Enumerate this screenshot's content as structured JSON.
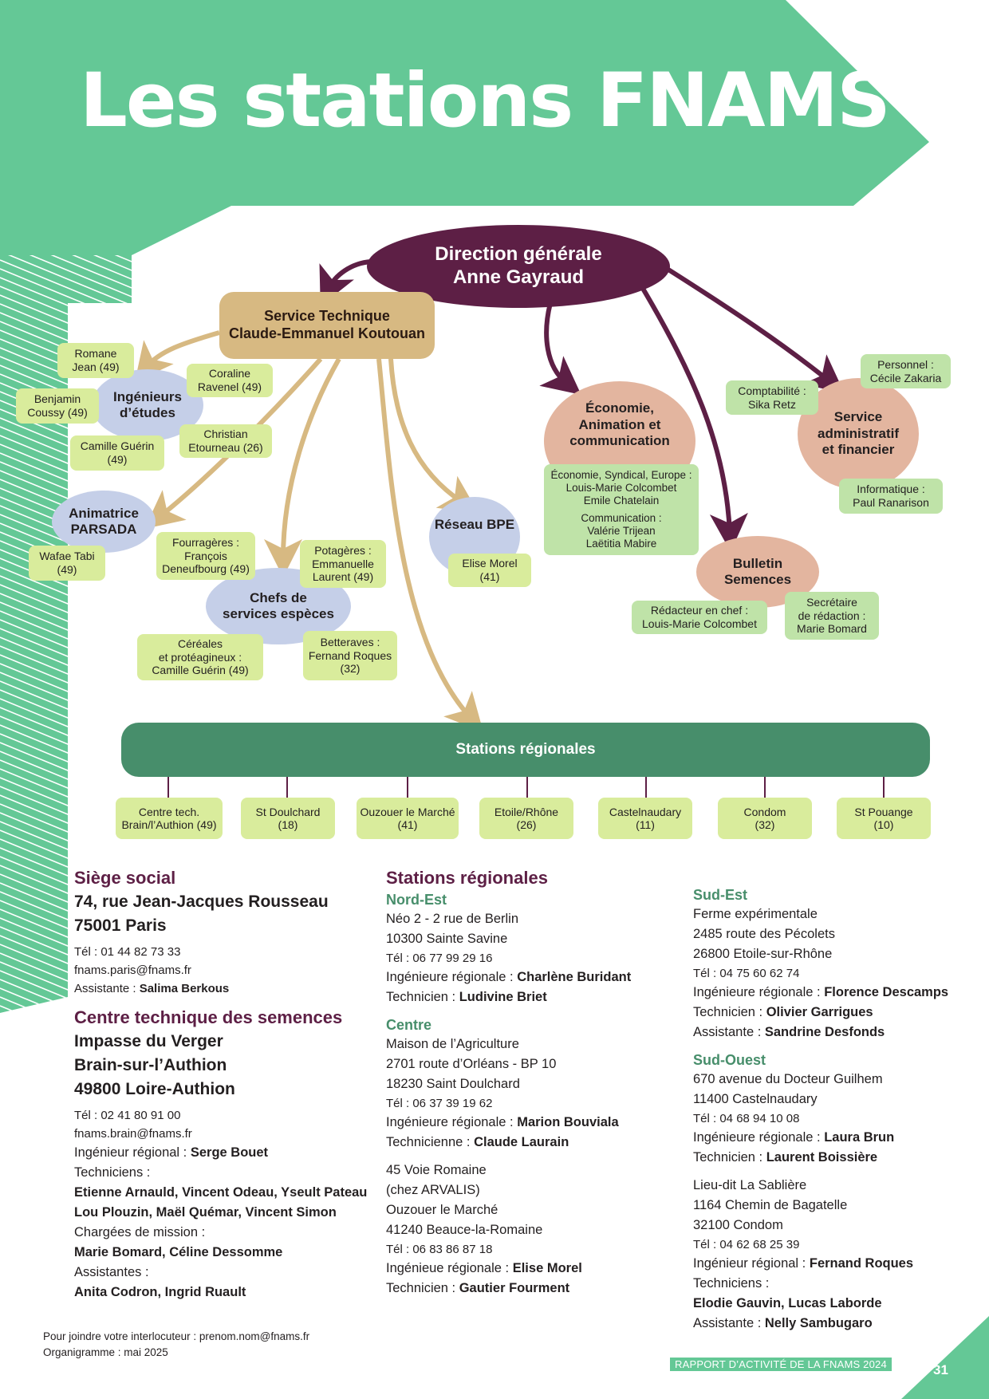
{
  "page": {
    "title": "Les stations FNAMS",
    "colors": {
      "accent_green": "#64c896",
      "dark_green": "#478e6b",
      "maroon": "#5d1f45",
      "tan": "#d7b982",
      "lime": "#d9ec9c",
      "mint": "#bfe3a8",
      "blue": "#c5cfe8",
      "peach": "#e3b59f"
    }
  },
  "org": {
    "direction": {
      "line1": "Direction générale",
      "line2": "Anne Gayraud"
    },
    "service_technique": {
      "line1": "Service Technique",
      "line2": "Claude-Emmanuel Koutouan"
    },
    "ingenieurs": {
      "label1": "Ingénieurs",
      "label2": "d’études",
      "members": [
        {
          "l1": "Romane",
          "l2": "Jean (49)"
        },
        {
          "l1": "Coraline",
          "l2": "Ravenel (49)"
        },
        {
          "l1": "Benjamin",
          "l2": "Coussy (49)"
        },
        {
          "l1": "Camille Guérin",
          "l2": "(49)"
        },
        {
          "l1": "Christian",
          "l2": "Etourneau (26)"
        }
      ]
    },
    "parsada": {
      "label1": "Animatrice",
      "label2": "PARSADA",
      "member": {
        "l1": "Wafae Tabi",
        "l2": "(49)"
      }
    },
    "chefs": {
      "label1": "Chefs de",
      "label2": "services espèces",
      "members": [
        {
          "l1": "Fourragères :",
          "l2": "François",
          "l3": "Deneufbourg (49)"
        },
        {
          "l1": "Potagères :",
          "l2": "Emmanuelle",
          "l3": "Laurent (49)"
        },
        {
          "l1": "Céréales",
          "l2": "et protéagineux :",
          "l3": "Camille Guérin (49)"
        },
        {
          "l1": "Betteraves :",
          "l2": "Fernand Roques",
          "l3": "(32)"
        }
      ]
    },
    "bpe": {
      "label": "Réseau BPE",
      "member": {
        "l1": "Elise Morel",
        "l2": "(41)"
      }
    },
    "economie": {
      "label1": "Économie,",
      "label2": "Animation et",
      "label3": "communication",
      "box": {
        "g1_title": "Économie, Syndical, Europe :",
        "g1_l1": "Louis-Marie Colcombet",
        "g1_l2": "Emile Chatelain",
        "g2_title": "Communication :",
        "g2_l1": "Valérie Trijean",
        "g2_l2": "Laëtitia Mabire"
      }
    },
    "admin": {
      "label1": "Service",
      "label2": "administratif",
      "label3": "et financier",
      "compta": {
        "l1": "Comptabilité :",
        "l2": "Sika Retz"
      },
      "personnel": {
        "l1": "Personnel :",
        "l2": "Cécile Zakaria"
      },
      "informatique": {
        "l1": "Informatique :",
        "l2": "Paul Ranarison"
      }
    },
    "bulletin": {
      "label1": "Bulletin",
      "label2": "Semences",
      "redacteur": {
        "l1": "Rédacteur en chef :",
        "l2": "Louis-Marie Colcombet"
      },
      "secretaire": {
        "l1": "Secrétaire",
        "l2": "de rédaction :",
        "l3": "Marie Bomard"
      }
    },
    "stations_label": "Stations régionales",
    "stations": [
      {
        "l1": "Centre tech.",
        "l2": "Brain/l’Authion (49)"
      },
      {
        "l1": "St Doulchard",
        "l2": "(18)"
      },
      {
        "l1": "Ouzouer le Marché",
        "l2": "(41)"
      },
      {
        "l1": "Etoile/Rhône",
        "l2": "(26)"
      },
      {
        "l1": "Castelnaudary",
        "l2": "(11)"
      },
      {
        "l1": "Condom",
        "l2": "(32)"
      },
      {
        "l1": "St Pouange",
        "l2": "(10)"
      }
    ]
  },
  "siege": {
    "heading": "Siège social",
    "addr1": "74, rue Jean-Jacques Rousseau",
    "addr2": "75001 Paris",
    "tel": "Tél : 01 44 82 73 33",
    "email": "fnams.paris@fnams.fr",
    "assistante_label": "Assistante : ",
    "assistante": "Salima Berkous"
  },
  "centre_tech": {
    "heading": "Centre technique des semences",
    "addr1": "Impasse du Verger",
    "addr2": "Brain-sur-l’Authion",
    "addr3": "49800 Loire-Authion",
    "tel": "Tél : 02 41 80 91 00",
    "email": "fnams.brain@fnams.fr",
    "ingenieur_label": "Ingénieur régional : ",
    "ingenieur": "Serge Bouet",
    "techniciens_label": "Techniciens :",
    "techniciens_1": "Etienne Arnauld, Vincent Odeau, Yseult Pateau",
    "techniciens_2": "Lou Plouzin, Maël Quémar, Vincent Simon",
    "chargees_label": "Chargées de mission :",
    "chargees": "Marie Bomard, Céline Dessomme",
    "assistantes_label": "Assistantes :",
    "assistantes": "Anita Codron, Ingrid Ruault"
  },
  "regional": {
    "heading": "Stations régionales",
    "nord_est": {
      "heading": "Nord-Est",
      "addr1": "Néo 2 - 2 rue de Berlin",
      "addr2": "10300 Sainte Savine",
      "tel": "Tél : 06 77 99 29 16",
      "ing_label": "Ingénieure régionale : ",
      "ing": "Charlène Buridant",
      "tech_label": "Technicien : ",
      "tech": "Ludivine Briet"
    },
    "centre": {
      "heading": "Centre",
      "addr1": "Maison de l’Agriculture",
      "addr2": "2701 route d’Orléans - BP 10",
      "addr3": "18230 Saint Doulchard",
      "tel": "Tél : 06 37 39 19 62",
      "ing_label": "Ingénieure régionale : ",
      "ing": "Marion Bouviala",
      "tech_label": "Technicienne : ",
      "tech": "Claude Laurain"
    },
    "ouzouer": {
      "addr1": "45 Voie Romaine",
      "addr2": "(chez ARVALIS)",
      "addr3": "Ouzouer le Marché",
      "addr4": "41240 Beauce-la-Romaine",
      "tel": "Tél : 06 83 86 87 18",
      "ing_label": "Ingénieue régionale : ",
      "ing": "Elise Morel",
      "tech_label": "Technicien : ",
      "tech": "Gautier Fourment"
    },
    "sud_est": {
      "heading": "Sud-Est",
      "addr1": "Ferme expérimentale",
      "addr2": "2485 route des Pécolets",
      "addr3": "26800 Etoile-sur-Rhône",
      "tel": "Tél : 04 75 60 62 74",
      "ing_label": "Ingénieure régionale : ",
      "ing": "Florence Descamps",
      "tech_label": "Technicien : ",
      "tech": "Olivier Garrigues",
      "asst_label": "Assistante : ",
      "asst": "Sandrine Desfonds"
    },
    "sud_ouest": {
      "heading": "Sud-Ouest",
      "addr1": "670 avenue du Docteur Guilhem",
      "addr2": "11400 Castelnaudary",
      "tel": "Tél : 04 68 94 10 08",
      "ing_label": "Ingénieure régionale : ",
      "ing": "Laura Brun",
      "tech_label": "Technicien : ",
      "tech": "Laurent Boissière"
    },
    "condom": {
      "addr1": "Lieu-dit La Sablière",
      "addr2": "1164 Chemin de Bagatelle",
      "addr3": "32100 Condom",
      "tel": "Tél : 04 62 68 25 39",
      "ing_label": "Ingénieur régional : ",
      "ing": "Fernand Roques",
      "tech_label": "Techniciens :",
      "tech": "Elodie Gauvin, Lucas Laborde",
      "asst_label": "Assistante : ",
      "asst": "Nelly Sambugaro"
    }
  },
  "footer": {
    "contact": "Pour joindre votre interlocuteur : prenom.nom@fnams.fr",
    "date": "Organigramme : mai 2025",
    "report": "RAPPORT D’ACTIVITÉ DE LA FNAMS 2024",
    "page_number": "31"
  }
}
